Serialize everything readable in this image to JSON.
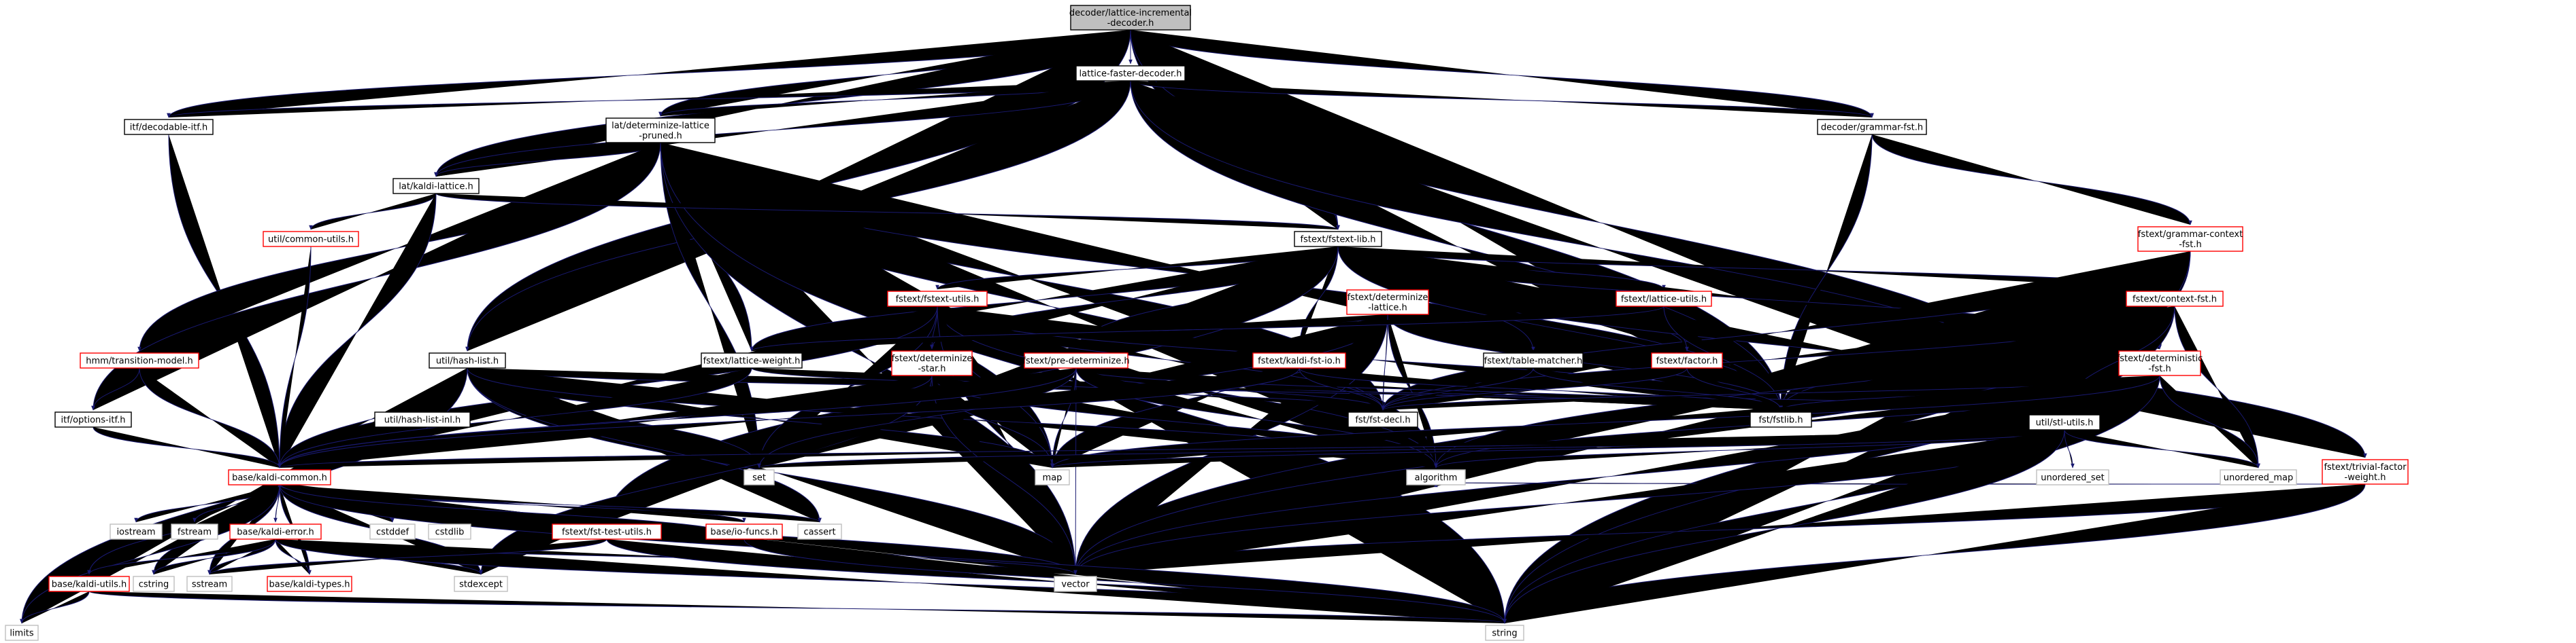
{
  "colors": {
    "edge": "#191970",
    "node_border_black": "#000000",
    "node_border_red": "#ff0000",
    "node_border_gray": "#bfbfbf",
    "node_text": "#000000",
    "node_text_gray": "#000000",
    "root_fill": "#bfbfbf",
    "node_fill": "#ffffff"
  },
  "nodes": {
    "root": [
      "decoder/lattice-incremental",
      "-decoder.h"
    ],
    "lfd": [
      "lattice-faster-decoder.h"
    ],
    "dec_itf": [
      "itf/decodable-itf.h"
    ],
    "det_lat": [
      "lat/determinize-lattice",
      "-pruned.h"
    ],
    "grammar": [
      "decoder/grammar-fst.h"
    ],
    "kaldi_lat": [
      "lat/kaldi-lattice.h"
    ],
    "common_utils": [
      "util/common-utils.h"
    ],
    "fstext_lib": [
      "fstext/fstext-lib.h"
    ],
    "gctx": [
      "fstext/grammar-context",
      "-fst.h"
    ],
    "trans_model": [
      "hmm/transition-model.h"
    ],
    "fstext_utils": [
      "fstext/fstext-utils.h"
    ],
    "fdet_lat": [
      "fstext/determinize",
      "-lattice.h"
    ],
    "lat_utils": [
      "fstext/lattice-utils.h"
    ],
    "ctx_fst": [
      "fstext/context-fst.h"
    ],
    "hash_list": [
      "util/hash-list.h"
    ],
    "lat_weight": [
      "fstext/lattice-weight.h"
    ],
    "det_star": [
      "fstext/determinize",
      "-star.h"
    ],
    "pre_det": [
      "fstext/pre-determinize.h"
    ],
    "kaldi_fst_io": [
      "fstext/kaldi-fst-io.h"
    ],
    "table_matcher": [
      "fstext/table-matcher.h"
    ],
    "factor": [
      "fstext/factor.h"
    ],
    "deterministic": [
      "fstext/deterministic",
      "-fst.h"
    ],
    "trivial": [
      "fstext/trivial-factor",
      "-weight.h"
    ],
    "options_itf": [
      "itf/options-itf.h"
    ],
    "hash_list_inl": [
      "util/hash-list-inl.h"
    ],
    "fst_decl": [
      "fst/fst-decl.h"
    ],
    "fstlib": [
      "fst/fstlib.h"
    ],
    "stl_utils": [
      "util/stl-utils.h"
    ],
    "kaldi_common": [
      "base/kaldi-common.h"
    ],
    "set": [
      "set"
    ],
    "map": [
      "map"
    ],
    "algorithm": [
      "algorithm"
    ],
    "unordered_set": [
      "unordered_set"
    ],
    "unordered_map": [
      "unordered_map"
    ],
    "iostream": [
      "iostream"
    ],
    "fstream": [
      "fstream"
    ],
    "kaldi_error": [
      "base/kaldi-error.h"
    ],
    "cstddef": [
      "cstddef"
    ],
    "cstdlib": [
      "cstdlib"
    ],
    "fst_test_utils": [
      "fstext/fst-test-utils.h"
    ],
    "io_funcs": [
      "base/io-funcs.h"
    ],
    "cassert": [
      "cassert"
    ],
    "kaldi_utils": [
      "base/kaldi-utils.h"
    ],
    "cstring": [
      "cstring"
    ],
    "sstream": [
      "sstream"
    ],
    "kaldi_types": [
      "base/kaldi-types.h"
    ],
    "stdexcept": [
      "stdexcept"
    ],
    "vector": [
      "vector"
    ],
    "limits": [
      "limits"
    ],
    "string": [
      "string"
    ]
  }
}
